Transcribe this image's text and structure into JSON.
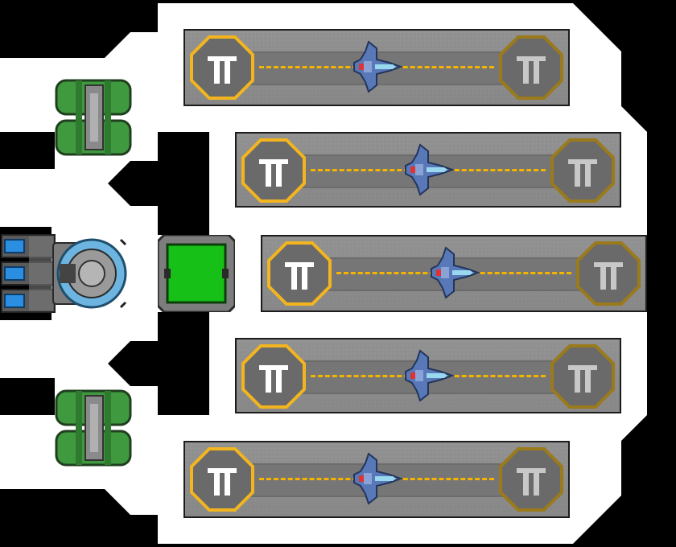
{
  "scene": "carrier-ship",
  "colors": {
    "hull": "#ffffff",
    "space": "#000000",
    "bay_floor": "#8c8c8c",
    "runway_dash": "#f4b400",
    "pad_active_ring": "#f2b51f",
    "pad_inactive_ring": "#9a7a1a",
    "fuel_tank": "#3f9a3f",
    "core": "#16c016",
    "shield": "#6db5e0"
  },
  "hangar_bays": [
    {
      "id": 1,
      "launch_pad": "active",
      "landing_pad": "inactive",
      "ship": "fighter-icon"
    },
    {
      "id": 2,
      "launch_pad": "active",
      "landing_pad": "inactive",
      "ship": "fighter-icon"
    },
    {
      "id": 3,
      "launch_pad": "active",
      "landing_pad": "inactive",
      "ship": "fighter-icon"
    },
    {
      "id": 4,
      "launch_pad": "active",
      "landing_pad": "inactive",
      "ship": "fighter-icon"
    },
    {
      "id": 5,
      "launch_pad": "active",
      "landing_pad": "inactive",
      "ship": "fighter-icon"
    }
  ],
  "modules": {
    "fuel_tanks": 2,
    "thrusters": 3,
    "engine": "shield-generator-icon",
    "core": "power-core-icon"
  }
}
